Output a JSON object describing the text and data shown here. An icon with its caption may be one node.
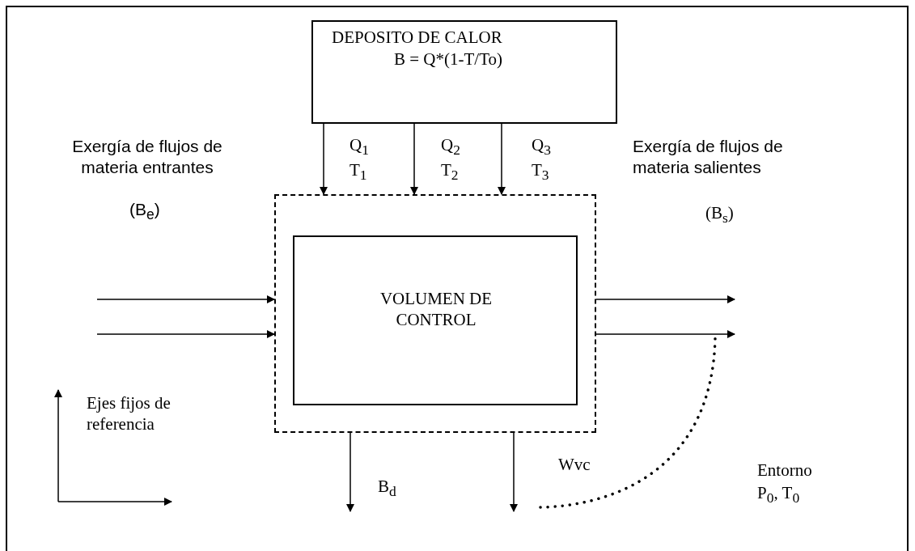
{
  "diagram": {
    "nodes": [
      {
        "text": [
          "DEPOSITO DE CALOR",
          "B = Q*(1-T/To)"
        ]
      },
      {
        "text": [],
        "shape": "box"
      },
      {
        "text": [
          "VOLUMEN DE CONTROL"
        ],
        "in": 1
      }
    ],
    "edges": [
      {
        "from": 0,
        "to": 1,
        "arrow": "to",
        "label": "Q$_{1}$ T$_{1}$"
      },
      {
        "from": 0,
        "to": 1,
        "arrow": "to",
        "label": "Q$_{2}$ T$_{2}$"
      },
      {
        "from": 0,
        "to": 1,
        "arrow": "to",
        "label": "Q$_{3}$ T$_{3}$"
      },
      {
        "from": null,
        "to": 1,
        "arrow": "to"
      },
      {
        "from": null,
        "to": 1,
        "arrow": "to"
      },
      {
        "from": 1,
        "to": null,
        "arrow": "to"
      },
      {
        "from": 1,
        "to": null,
        "arrow": "to"
      },
      {
        "from": 1,
        "to": null,
        "arrow": "to",
        "label": "B$_{d}$"
      },
      {
        "from": 1,
        "to": null,
        "arrow": "to",
        "label": "Wvc"
      }
    ],
    "labels": [
      "Exergía de flujos de materia entrantes",
      "(B$_{e}$)",
      "Exergía de flujos de materia salientes",
      "(B$_{s}$)",
      "Ejes fijos de referencia",
      "Entorno",
      "P$_{0}$, T$_{0}$"
    ]
  }
}
